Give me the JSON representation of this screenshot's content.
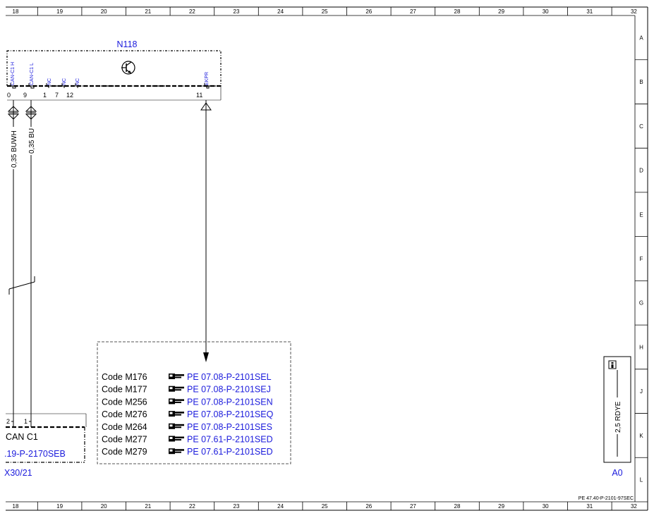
{
  "ruler": {
    "columns": [
      "18",
      "19",
      "20",
      "21",
      "22",
      "23",
      "24",
      "25",
      "26",
      "27",
      "28",
      "29",
      "30",
      "31",
      "32"
    ],
    "rows": [
      "A",
      "B",
      "C",
      "D",
      "E",
      "F",
      "G",
      "H",
      "J",
      "K",
      "L"
    ]
  },
  "module": {
    "name": "N118",
    "signal_labels": [
      "CAN-C1 H",
      "CAN-C1 L",
      "NC",
      "NC",
      "NC",
      "EKPR"
    ],
    "pins": [
      "0",
      "9",
      "1",
      "7",
      "12",
      "11"
    ]
  },
  "wires": [
    {
      "label": "0,35 BUWH"
    },
    {
      "label": "0,35 BU"
    }
  ],
  "can_block": {
    "pins": [
      "2",
      "1"
    ],
    "title": "CAN C1",
    "ref": ".19-P-2170SEB",
    "connector": "X30/21"
  },
  "codes": [
    {
      "code": "Code M176",
      "ref": "PE 07.08-P-2101SEL"
    },
    {
      "code": "Code M177",
      "ref": "PE 07.08-P-2101SEJ"
    },
    {
      "code": "Code M256",
      "ref": "PE 07.08-P-2101SEN"
    },
    {
      "code": "Code M276",
      "ref": "PE 07.08-P-2101SEQ"
    },
    {
      "code": "Code M264",
      "ref": "PE 07.08-P-2101SES"
    },
    {
      "code": "Code M277",
      "ref": "PE 07.61-P-2101SED"
    },
    {
      "code": "Code M279",
      "ref": "PE 07.61-P-2101SED"
    }
  ],
  "ground": {
    "wire_label": "2,5 RDYE",
    "name": "A0"
  },
  "footer": {
    "doc_ref": "PE 47.40-P-2101-97SEC"
  },
  "colors": {
    "label_blue": "#1a1adc",
    "line": "#000000",
    "dashed_box": "#555555"
  }
}
